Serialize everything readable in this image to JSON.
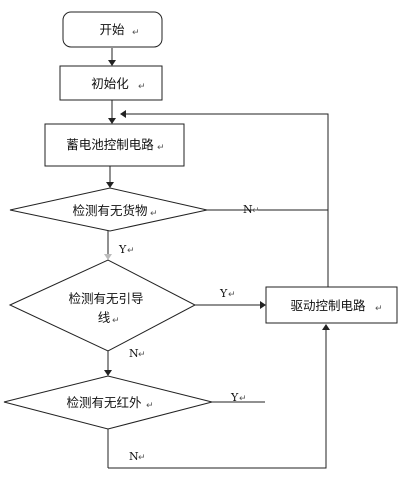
{
  "flowchart": {
    "start": "开始",
    "init": "初始化",
    "battery_control": "蓄电池控制电路",
    "check_goods": "检测有无货物",
    "check_guide_line_1": "检测有无引导",
    "check_guide_line_2": "线",
    "check_infrared": "检测有无红外",
    "drive_control": "驱动控制电路",
    "edge_labels": {
      "goods_no": "N",
      "goods_yes": "Y",
      "guide_yes": "Y",
      "guide_no": "N",
      "infrared_yes": "Y",
      "infrared_no": "N"
    },
    "paragraph_mark": "↵"
  }
}
